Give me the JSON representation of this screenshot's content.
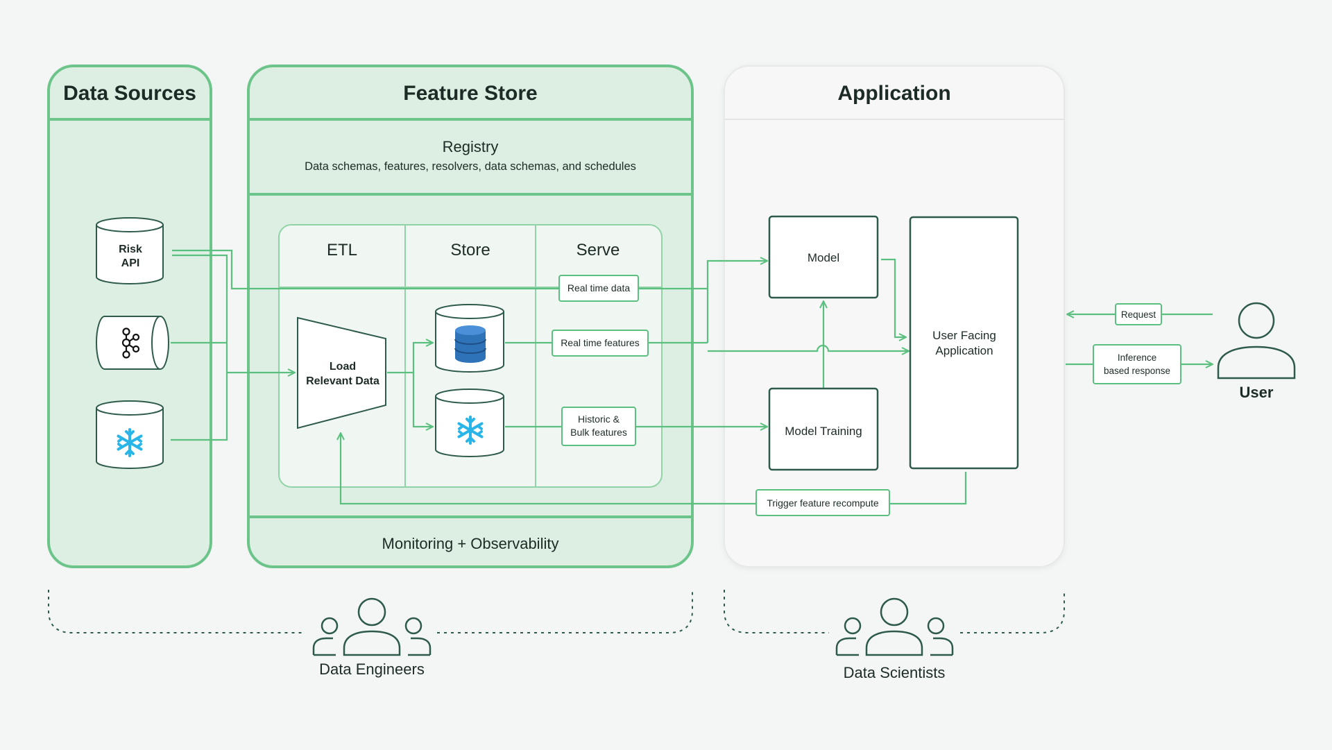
{
  "panels": {
    "data_sources": {
      "title": "Data Sources"
    },
    "feature_store": {
      "title": "Feature Store",
      "registry_title": "Registry",
      "registry_subtitle": "Data schemas, features, resolvers, data schemas, and schedules",
      "monitoring": "Monitoring + Observability",
      "columns": {
        "etl": "ETL",
        "store": "Store",
        "serve": "Serve"
      },
      "etl_box": [
        "Load",
        "Relevant Data"
      ]
    },
    "application": {
      "title": "Application",
      "model": "Model",
      "model_training": "Model Training",
      "user_facing": [
        "User Facing",
        "Application"
      ]
    }
  },
  "sources": {
    "risk_api": [
      "Risk",
      "API"
    ],
    "kafka_icon": "kafka-icon",
    "snowflake_icon": "snowflake-icon"
  },
  "store_icons": {
    "dynamodb": "dynamodb-icon",
    "snowflake": "snowflake-icon"
  },
  "labels": {
    "real_time_data": "Real time data",
    "real_time_features": "Real time features",
    "historic_bulk": [
      "Historic &",
      "Bulk features"
    ],
    "trigger_recompute": "Trigger feature recompute",
    "request": "Request",
    "inference": [
      "Inference",
      "based response"
    ]
  },
  "user": {
    "label": "User"
  },
  "teams": {
    "data_engineers": "Data Engineers",
    "data_scientists": "Data Scientists"
  },
  "colors": {
    "green": "#5bbf7f",
    "green_fill": "#ddefe2",
    "dark": "#2d5a4a",
    "background": "#f3f6f4",
    "snowflake_blue": "#29b5e8",
    "dynamodb_blue": "#2e73b8"
  }
}
